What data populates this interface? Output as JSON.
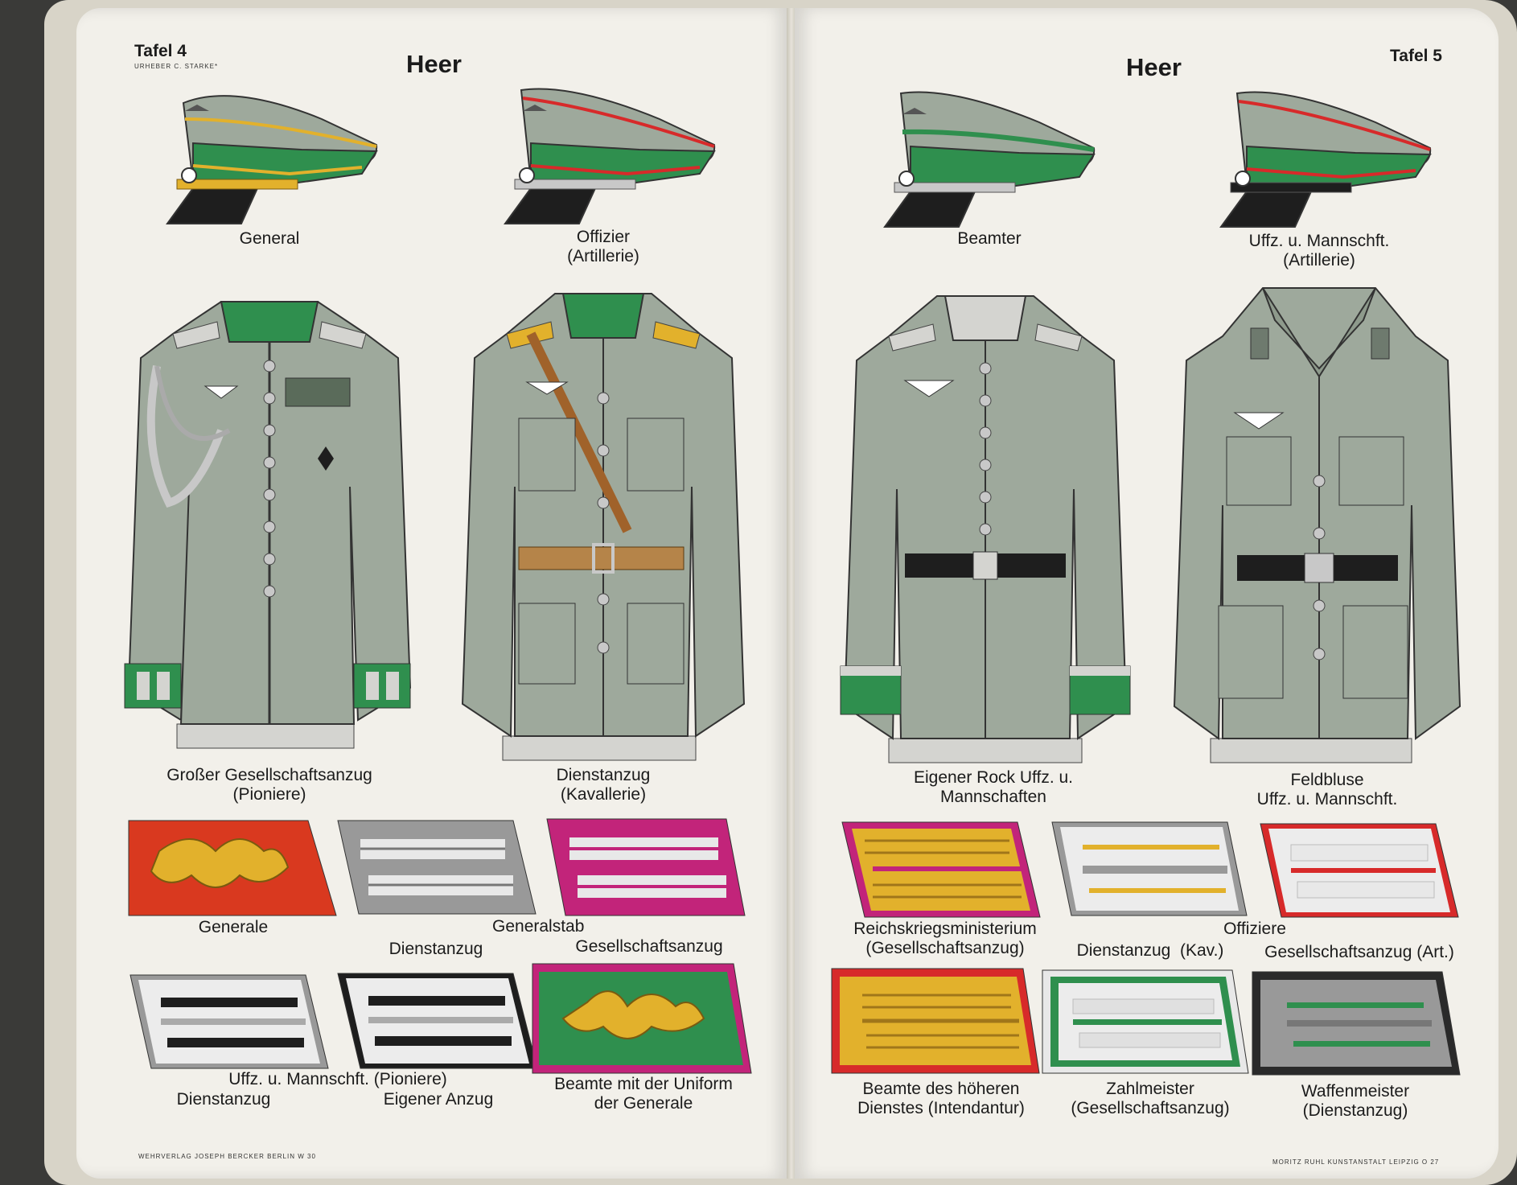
{
  "left_page": {
    "plate": "Tafel 4",
    "artist": "URHEBER C. STARKE*",
    "heading": "Heer",
    "caps": [
      {
        "label": "General"
      },
      {
        "label": "Offizier\n(Artillerie)"
      }
    ],
    "tunics": [
      {
        "label": "Großer Gesellschaftsanzug\n(Pioniere)"
      },
      {
        "label": "Dienstanzug\n(Kavallerie)"
      }
    ],
    "patch_labels": {
      "generale": "Generale",
      "generalstab": "Generalstab",
      "dienstanzug": "Dienstanzug",
      "gesellschaftsanzug": "Gesellschaftsanzug",
      "uffz_pioniere": "Uffz. u. Mannschft. (Pioniere)",
      "dienstanzug2": "Dienstanzug",
      "eigener_anzug": "Eigener Anzug",
      "beamte_uniform": "Beamte mit der Uniform\nder Generale"
    },
    "footer": "WEHRVERLAG JOSEPH BERCKER BERLIN W 30"
  },
  "right_page": {
    "plate": "Tafel 5",
    "heading": "Heer",
    "caps": [
      {
        "label": "Beamter"
      },
      {
        "label": "Uffz. u. Mannschft.\n(Artillerie)"
      }
    ],
    "tunics": [
      {
        "label": "Eigener Rock Uffz. u.\nMannschaften"
      },
      {
        "label": "Feldbluse\nUffz. u. Mannschft."
      }
    ],
    "patch_labels": {
      "reichskriegsministerium": "Reichskriegsministerium\n(Gesellschaftsanzug)",
      "offiziere": "Offiziere",
      "dienstanzug_kav": "Dienstanzug  (Kav.)",
      "gesellschaftsanzug_art": "Gesellschaftsanzug (Art.)",
      "beamte_hoeheren": "Beamte des höheren\nDienstes (Intendantur)",
      "zahlmeister": "Zahlmeister\n(Gesellschaftsanzug)",
      "waffenmeister": "Waffenmeister\n(Dienstanzug)"
    },
    "footer": "MORITZ RUHL KUNSTANSTALT LEIPZIG O 27"
  },
  "colors": {
    "field_grey": "#9ea99c",
    "field_grey_dark": "#7e8a7d",
    "bottle_green": "#2f8f4e",
    "pioneer_black": "#1e1e1e",
    "artillery_red": "#d72a2a",
    "cavalry_gold": "#e2b12c",
    "general_red": "#d9391f",
    "staff_crimson": "#c2247a",
    "silver": "#c8c8c8"
  }
}
